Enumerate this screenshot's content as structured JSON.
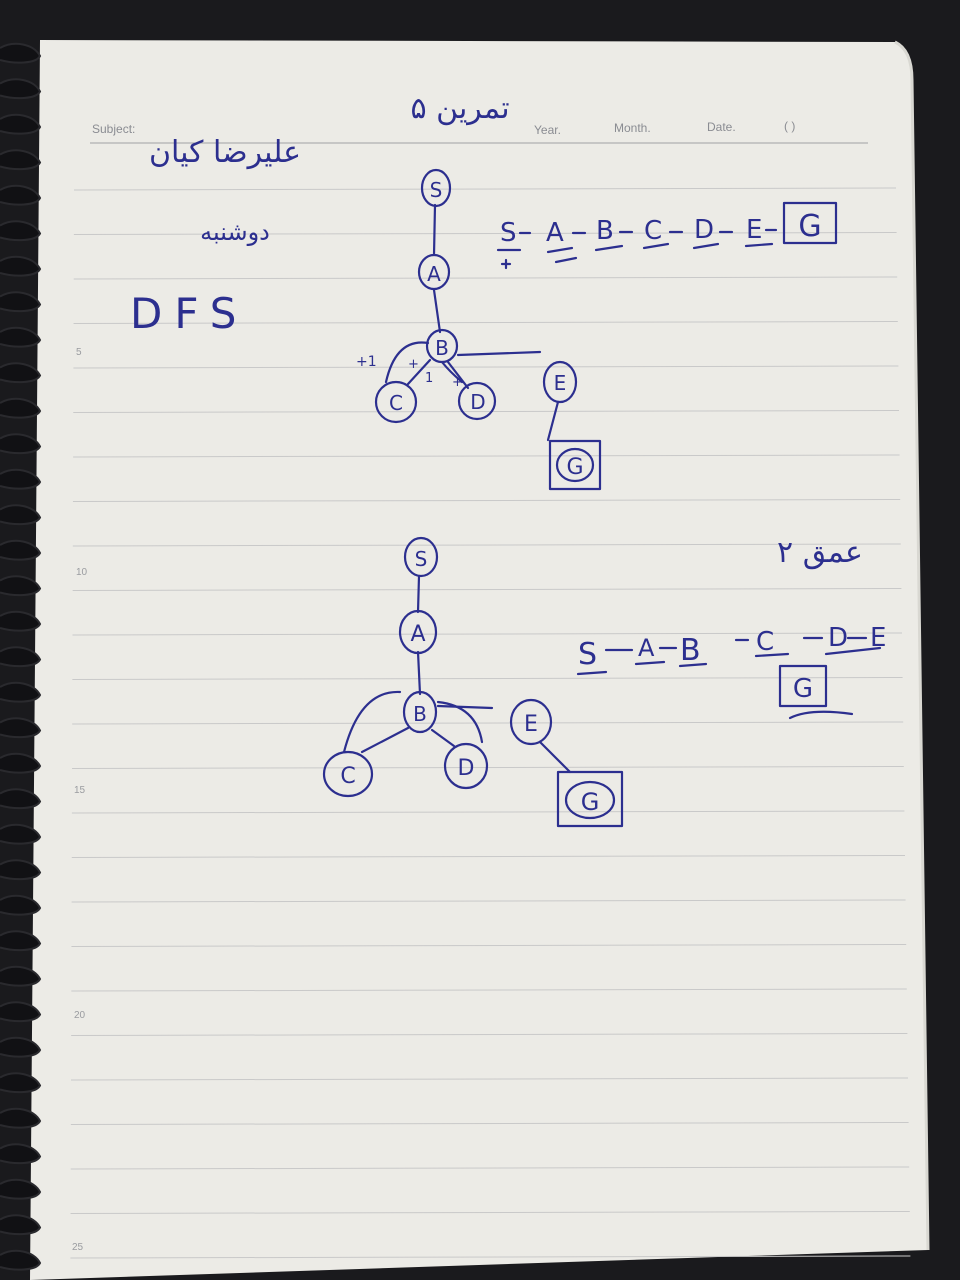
{
  "header": {
    "subject_label": "Subject:",
    "year_label": "Year.",
    "month_label": "Month.",
    "date_label": "Date.",
    "date_parens": "(   )"
  },
  "margin_numbers": [
    "5",
    "10",
    "15",
    "20",
    "25"
  ],
  "notes": {
    "title": "تمرین ۵",
    "name_line1": "علیرضا کیان",
    "name_line2": "دوشنبه",
    "method": "DFS",
    "depth_note": "عمق ۲"
  },
  "tree1": {
    "nodes": [
      "S",
      "A",
      "B",
      "C",
      "D",
      "E",
      "G"
    ],
    "edge_marks": [
      "+1",
      "+",
      "1",
      "+"
    ],
    "path": [
      "S",
      "A",
      "B",
      "C",
      "D",
      "E",
      "G"
    ]
  },
  "tree2": {
    "nodes": [
      "S",
      "A",
      "B",
      "C",
      "D",
      "E",
      "G"
    ],
    "path": [
      "S",
      "A",
      "B",
      "C",
      "D",
      "E"
    ],
    "goal": "G"
  },
  "colors": {
    "ink": "#2c2f8f",
    "paper": "#ecebe6",
    "rule": "#c9c9c9",
    "background": "#1a1a1d",
    "binding": "#111114"
  }
}
